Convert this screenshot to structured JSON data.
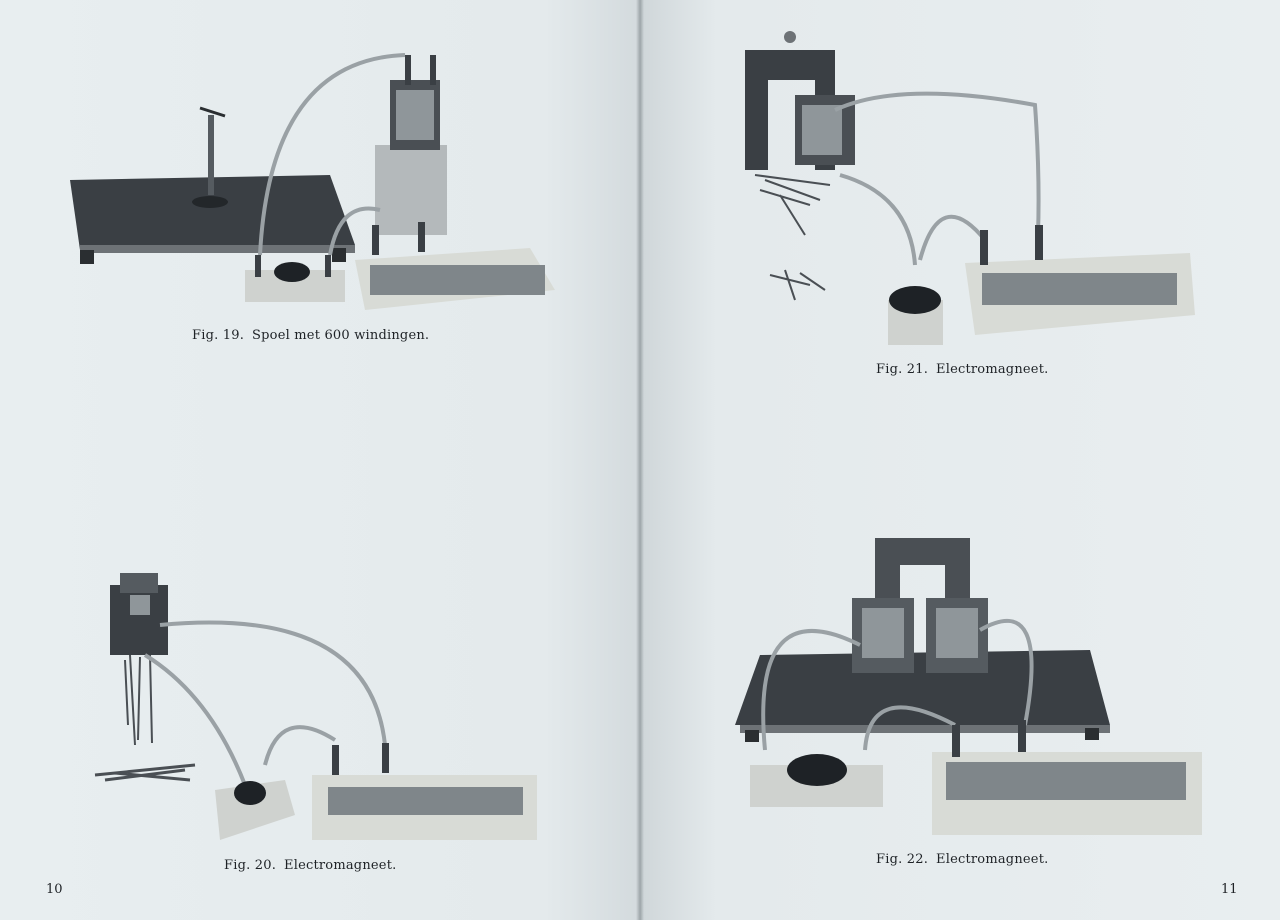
{
  "left_page": {
    "page_number": "10",
    "figures": [
      {
        "number": "Fig. 19.",
        "caption": "Spoel met 600 windingen."
      },
      {
        "number": "Fig. 20.",
        "caption": "Electromagneet."
      }
    ]
  },
  "right_page": {
    "page_number": "11",
    "figures": [
      {
        "number": "Fig. 21.",
        "caption": "Electromagneet."
      },
      {
        "number": "Fig. 22.",
        "caption": "Electromagneet."
      }
    ]
  }
}
